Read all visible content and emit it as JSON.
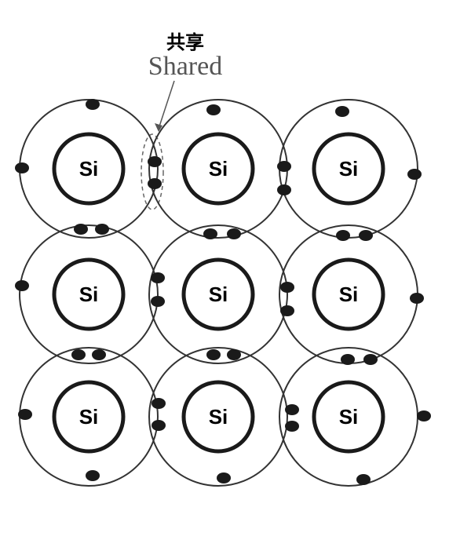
{
  "labels": {
    "shared_cn": "共享",
    "shared_en": "Shared"
  },
  "lattice": {
    "rows": 3,
    "cols": 3,
    "atoms": [
      {
        "symbol": "Si"
      },
      {
        "symbol": "Si"
      },
      {
        "symbol": "Si"
      },
      {
        "symbol": "Si"
      },
      {
        "symbol": "Si"
      },
      {
        "symbol": "Si"
      },
      {
        "symbol": "Si"
      },
      {
        "symbol": "Si"
      },
      {
        "symbol": "Si"
      }
    ],
    "valence_electrons_per_atom": 4
  },
  "colors": {
    "ink": "#1a1a1a",
    "orbit": "#333333",
    "label_cn": "#000000",
    "label_en": "#555555",
    "shared_outline": "#666666"
  }
}
